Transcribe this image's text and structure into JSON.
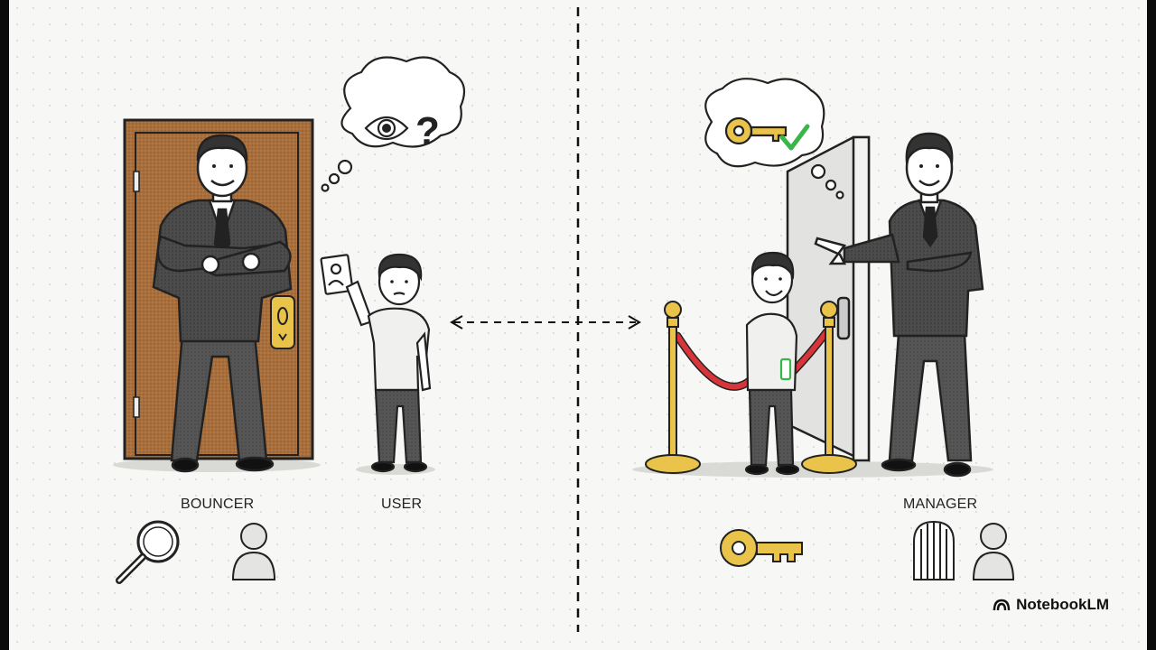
{
  "labels": {
    "bouncer": "BOUNCER",
    "user": "USER",
    "manager": "MANAGER"
  },
  "brand": {
    "name": "NotebookLM"
  },
  "thought_bubbles": {
    "left": {
      "icons": [
        "eye-icon",
        "question-mark-icon"
      ]
    },
    "right": {
      "icons": [
        "key-icon",
        "checkmark-icon"
      ]
    }
  },
  "bottom_icons": [
    "magnifying-glass-icon",
    "person-icon",
    "key-icon",
    "gate-icon",
    "person-icon"
  ],
  "colors": {
    "door": "#a86e3b",
    "gold": "#e9c34a",
    "rope": "#d8353a",
    "check": "#39b54a",
    "suit": "#4a4a4a"
  }
}
